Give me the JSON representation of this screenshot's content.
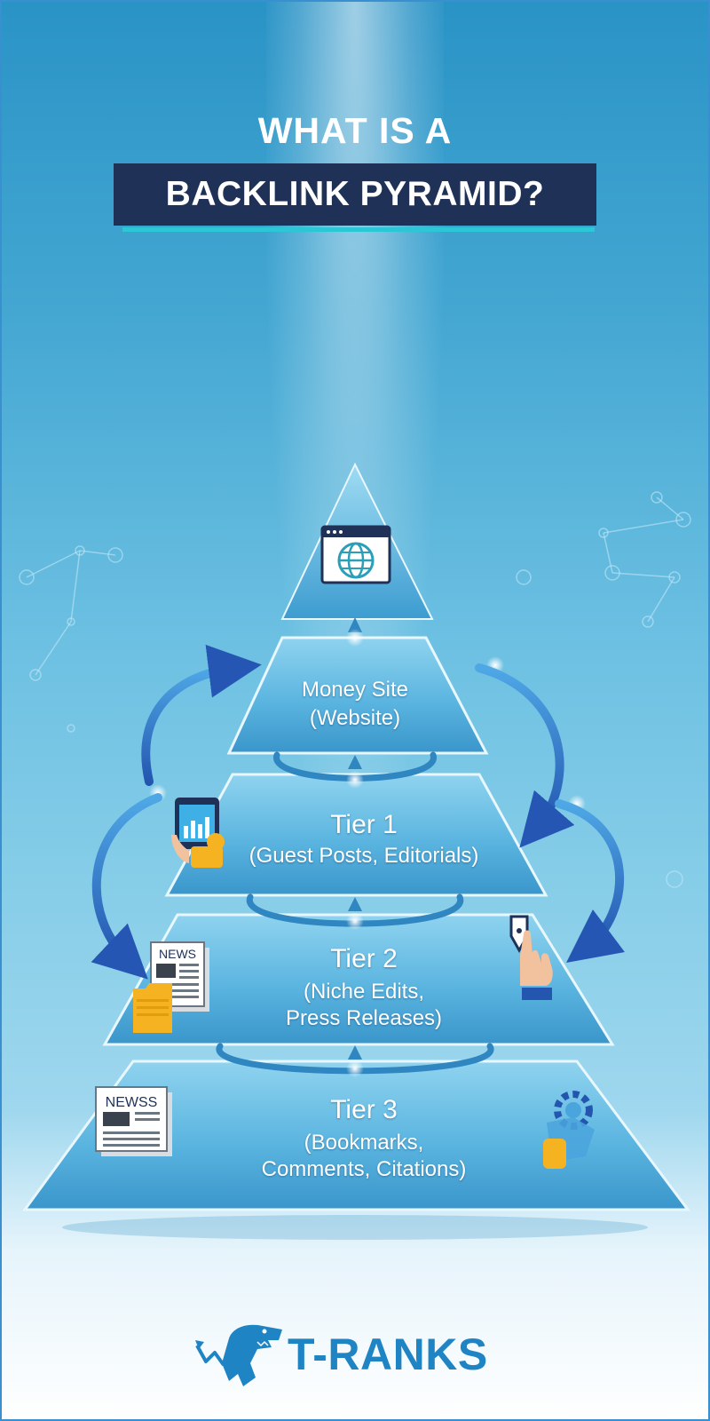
{
  "title": {
    "line1": "WHAT IS A",
    "line2": "BACKLINK PYRAMID?"
  },
  "pyramid": {
    "apex_icon": "globe-window-icon",
    "money_site": {
      "title": "Money Site",
      "subtitle": "(Website)"
    },
    "tiers": [
      {
        "title": "Tier 1",
        "subtitle_lines": [
          "(Guest Posts, Editorials)"
        ],
        "icons": [
          "tablet-chart-hand-icon"
        ]
      },
      {
        "title": "Tier 2",
        "subtitle_lines": [
          "(Niche Edits,",
          "Press Releases)"
        ],
        "icons": [
          "newspaper-icon",
          "pen-hand-icon"
        ],
        "icon_text": "NEWS"
      },
      {
        "title": "Tier 3",
        "subtitle_lines": [
          "(Bookmarks,",
          "Comments, Citations)"
        ],
        "icons": [
          "newspaper-icon",
          "gear-hand-icon"
        ],
        "icon_text": "NEWSS"
      }
    ]
  },
  "brand": {
    "name": "T-RANKS",
    "logo_icon": "t-rex-logo-icon"
  },
  "colors": {
    "title_box": "#1f3157",
    "accent_cyan": "#2bc7d6",
    "pyramid_light": "#6fc4e6",
    "pyramid_dark": "#2f8fc4",
    "arrow_blue": "#2a62b8",
    "brand_blue": "#1f84c4"
  }
}
